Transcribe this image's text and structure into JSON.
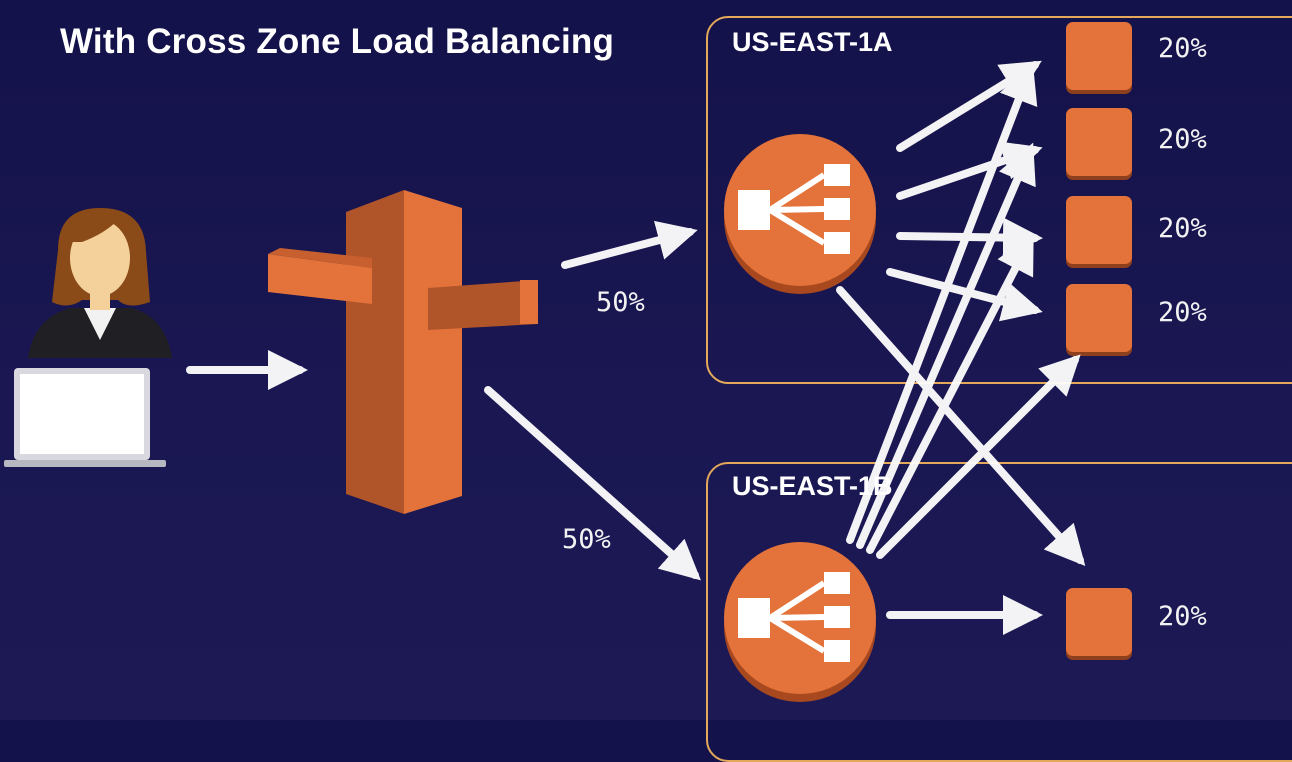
{
  "title": "With Cross Zone Load Balancing",
  "zones": {
    "a": {
      "label": "US-EAST-1A"
    },
    "b": {
      "label": "US-EAST-1B"
    }
  },
  "traffic": {
    "to_zone_a": "50%",
    "to_zone_b": "50%"
  },
  "instances": [
    {
      "percent": "20%",
      "zone": "US-EAST-1A"
    },
    {
      "percent": "20%",
      "zone": "US-EAST-1A"
    },
    {
      "percent": "20%",
      "zone": "US-EAST-1A"
    },
    {
      "percent": "20%",
      "zone": "US-EAST-1A"
    },
    {
      "percent": "20%",
      "zone": "US-EAST-1B"
    }
  ],
  "colors": {
    "background": "#1a1752",
    "orange": "#e3733a",
    "orange_dark": "#b0552a",
    "zone_border": "#e3a85a",
    "arrow": "#ffffff"
  },
  "icons": {
    "user": "user-with-laptop-icon",
    "dns": "route53-signpost-icon",
    "load_balancer": "load-balancer-icon"
  }
}
